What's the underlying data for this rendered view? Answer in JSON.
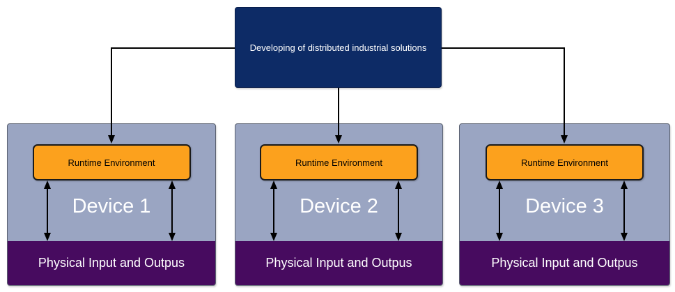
{
  "diagram": {
    "root_label": "Developing of distributed industrial solutions",
    "devices": [
      {
        "label": "Device 1",
        "runtime_label": "Runtime Environment",
        "io_label": "Physical Input and Outpus"
      },
      {
        "label": "Device 2",
        "runtime_label": "Runtime Environment",
        "io_label": "Physical Input and Outpus"
      },
      {
        "label": "Device 3",
        "runtime_label": "Runtime Environment",
        "io_label": "Physical Input and Outpus"
      }
    ]
  },
  "colors": {
    "root-bg": "#0d2b66",
    "root-border": "#081d4a",
    "device-bg": "#9aa5c2",
    "device-border": "#5a6170",
    "runtime-bg": "#fca11d",
    "runtime-border": "#1a1a1a",
    "io-bg": "#470b5f",
    "connector": "#000000",
    "text-light": "#ffffff",
    "text-dark": "#000000"
  }
}
